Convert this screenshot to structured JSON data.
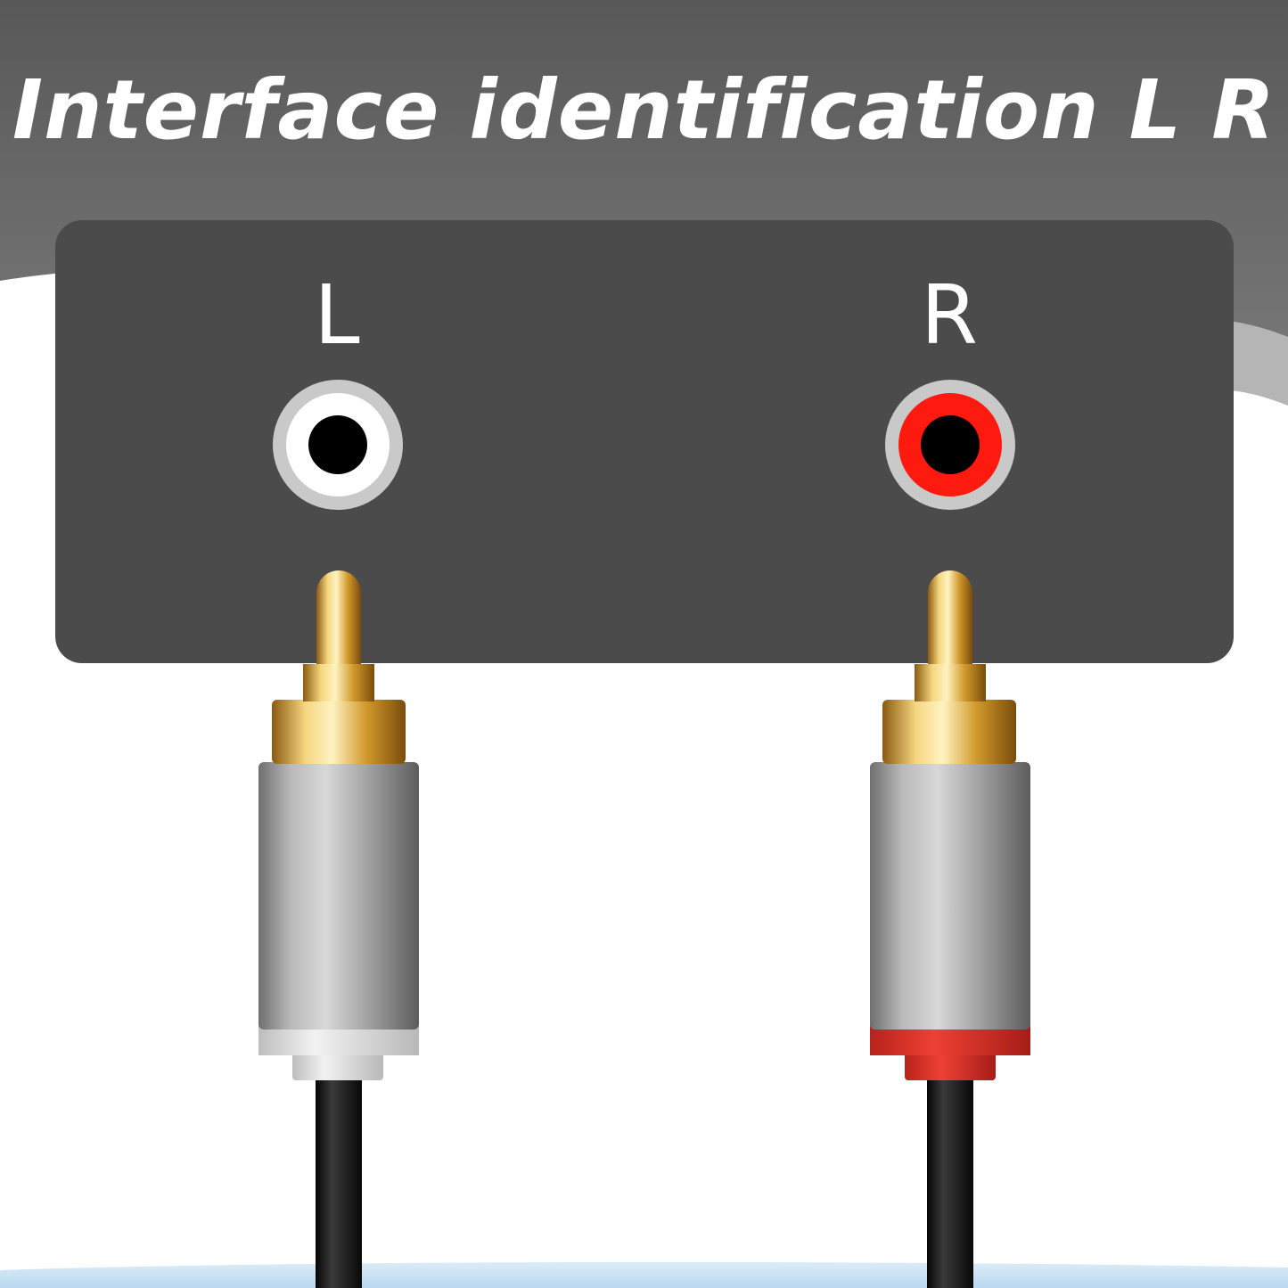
{
  "headline": "Interface identification L R",
  "ports": [
    {
      "label": "L",
      "ring_color": "#ffffff",
      "collar_color": "#e6e6e6"
    },
    {
      "label": "R",
      "ring_color": "#ff1a10",
      "collar_color": "#e8392e"
    }
  ],
  "colors": {
    "banner": "#6b6b6b",
    "panel": "#4b4b4b",
    "gold": "#d9a63a",
    "barrel": "#a8a8a8",
    "cable": "#1a1a1a"
  }
}
